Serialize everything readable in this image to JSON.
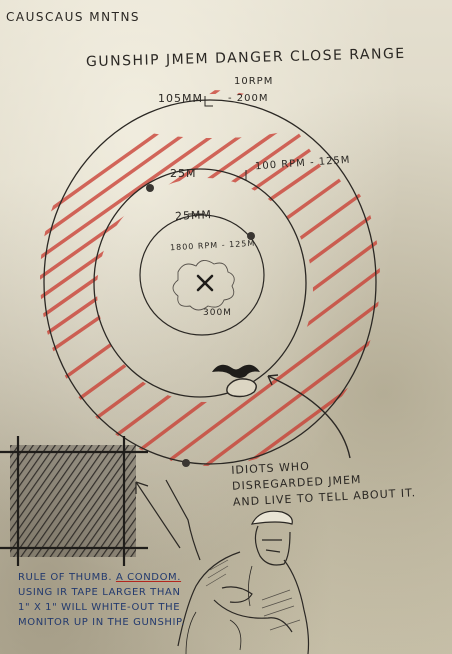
{
  "notes": {
    "region": "CAUSCAUS MNTNS",
    "title": "GUNSHIP JMEM DANGER CLOSE RANGE",
    "ring_outer": "105MM",
    "ring_outer_rate": "10RPM",
    "ring_outer_distance": "- 200M",
    "ring_middle": "25M",
    "ring_middle_rate": "100 RPM - 125M",
    "ring_inner": "25MM",
    "ring_inner_rate": "1800 RPM - 125M",
    "center_distance": "300M",
    "idiots_note": "IDIOTS WHO\nDISREGARDED JMEM\nAND LIVE TO TELL ABOUT IT.",
    "rule_prefix": "RULE OF THUMB.",
    "rule_underlined": "A CONDOM.",
    "rule_body": "USING IR TAPE LARGER THAN\n1\" x 1\" WILL WHITE-OUT THE\nMONITOR UP IN THE GUNSHIP."
  },
  "colors": {
    "paper": "#dcd6c3",
    "ink": "#2b2824",
    "hatch_red": "#c8392e",
    "blue_ink": "#233a6e"
  },
  "icons": {
    "target": "x-mark-icon",
    "soldier_helmet": "helmet-icon"
  }
}
